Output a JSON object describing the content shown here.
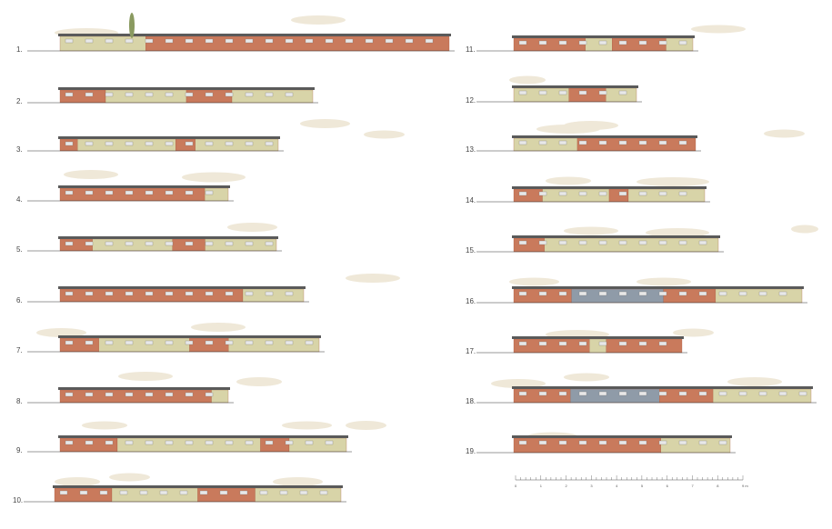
{
  "colors": {
    "brick": "#c97a5c",
    "brick_dark": "#a8583c",
    "render": "#d8d4a8",
    "glass": "#8f9ba8",
    "roof": "#5a5a5a",
    "ground": "#333333",
    "cloud": "#efe8d8",
    "window": "#e8e8e8",
    "tree": "#8a9a60"
  },
  "elevations": [
    {
      "label": "1.",
      "segs": [
        [
          "r",
          0.22
        ],
        [
          "b",
          0.78
        ]
      ],
      "tree": true
    },
    {
      "label": "2.",
      "segs": [
        [
          "b",
          0.18
        ],
        [
          "r",
          0.32
        ],
        [
          "b",
          0.18
        ],
        [
          "r",
          0.32
        ]
      ]
    },
    {
      "label": "3.",
      "segs": [
        [
          "b",
          0.08
        ],
        [
          "r",
          0.45
        ],
        [
          "b",
          0.09
        ],
        [
          "r",
          0.38
        ]
      ]
    },
    {
      "label": "4.",
      "segs": [
        [
          "b",
          0.86
        ],
        [
          "r",
          0.14
        ]
      ]
    },
    {
      "label": "5.",
      "segs": [
        [
          "b",
          0.15
        ],
        [
          "r",
          0.37
        ],
        [
          "b",
          0.15
        ],
        [
          "r",
          0.33
        ]
      ]
    },
    {
      "label": "6.",
      "segs": [
        [
          "b",
          0.75
        ],
        [
          "r",
          0.25
        ]
      ]
    },
    {
      "label": "7.",
      "segs": [
        [
          "b",
          0.15
        ],
        [
          "r",
          0.35
        ],
        [
          "b",
          0.15
        ],
        [
          "r",
          0.35
        ]
      ]
    },
    {
      "label": "8.",
      "segs": [
        [
          "b",
          0.9
        ],
        [
          "r",
          0.1
        ]
      ]
    },
    {
      "label": "9.",
      "segs": [
        [
          "b",
          0.2
        ],
        [
          "r",
          0.5
        ],
        [
          "b",
          0.1
        ],
        [
          "r",
          0.2
        ]
      ]
    },
    {
      "label": "10.",
      "segs": [
        [
          "b",
          0.2
        ],
        [
          "r",
          0.3
        ],
        [
          "b",
          0.2
        ],
        [
          "r",
          0.3
        ]
      ]
    },
    {
      "label": "11.",
      "segs": [
        [
          "b",
          0.4
        ],
        [
          "r",
          0.15
        ],
        [
          "b",
          0.3
        ],
        [
          "r",
          0.15
        ]
      ]
    },
    {
      "label": "12.",
      "segs": [
        [
          "r",
          0.45
        ],
        [
          "b",
          0.3
        ],
        [
          "r",
          0.25
        ]
      ]
    },
    {
      "label": "13.",
      "segs": [
        [
          "r",
          0.35
        ],
        [
          "b",
          0.65
        ]
      ]
    },
    {
      "label": "14.",
      "segs": [
        [
          "b",
          0.15
        ],
        [
          "r",
          0.35
        ],
        [
          "b",
          0.1
        ],
        [
          "r",
          0.4
        ]
      ]
    },
    {
      "label": "15.",
      "segs": [
        [
          "b",
          0.15
        ],
        [
          "r",
          0.85
        ]
      ]
    },
    {
      "label": "16.",
      "segs": [
        [
          "b",
          0.2
        ],
        [
          "g",
          0.32
        ],
        [
          "b",
          0.18
        ],
        [
          "r",
          0.3
        ]
      ]
    },
    {
      "label": "17.",
      "segs": [
        [
          "b",
          0.45
        ],
        [
          "r",
          0.1
        ],
        [
          "b",
          0.45
        ]
      ]
    },
    {
      "label": "18.",
      "segs": [
        [
          "b",
          0.19
        ],
        [
          "g",
          0.3
        ],
        [
          "b",
          0.18
        ],
        [
          "r",
          0.33
        ]
      ]
    },
    {
      "label": "19.",
      "segs": [
        [
          "b",
          0.68
        ],
        [
          "r",
          0.32
        ]
      ]
    }
  ],
  "scale_bar": {
    "ticks": [
      "0",
      "1",
      "2",
      "3",
      "4",
      "5",
      "6",
      "7",
      "8",
      "9 m"
    ]
  }
}
